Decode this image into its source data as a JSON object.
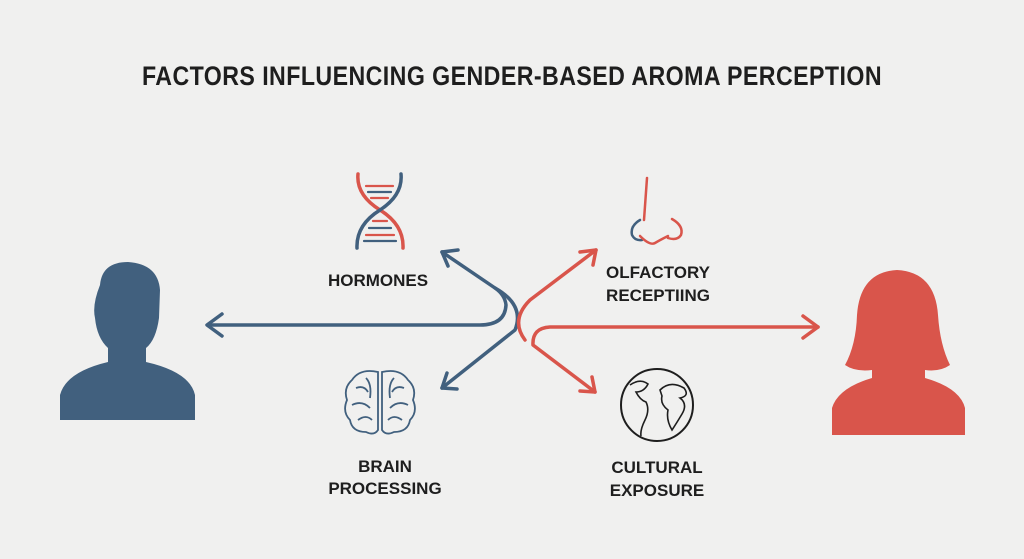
{
  "title": "FACTORS INFLUENCING GENDER-BASED AROMA PERCEPTION",
  "factors": {
    "hormones": {
      "label": "HORMONES",
      "icon": "dna-icon"
    },
    "olfactory": {
      "line1": "OLFACTORY",
      "line2": "RECEPTIING",
      "icon": "nose-icon"
    },
    "brain": {
      "line1": "BRAIN",
      "line2": "PROCESSING",
      "icon": "brain-icon"
    },
    "cultural": {
      "line1": "CULTURAL",
      "line2": "EXPOSURE",
      "icon": "globe-icon"
    }
  },
  "figures": {
    "left": "male-silhouette-icon",
    "right": "female-silhouette-icon"
  },
  "colors": {
    "male": "#41607e",
    "female": "#d9554b",
    "background": "#f0f0ef",
    "text": "#1e1e1e"
  }
}
